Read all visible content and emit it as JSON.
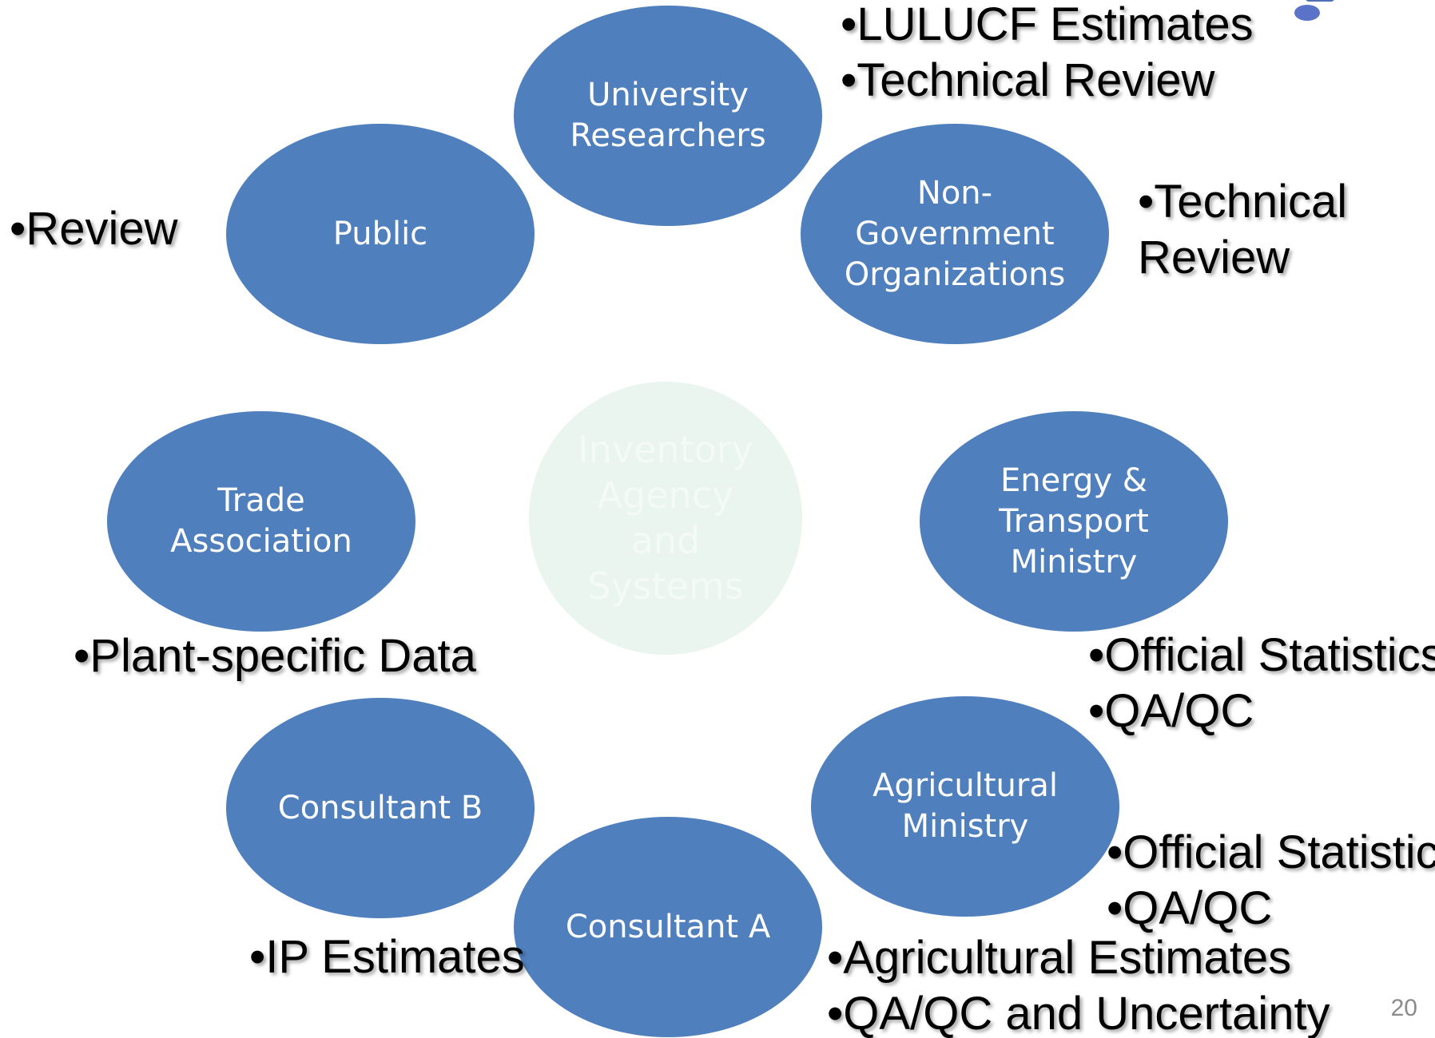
{
  "colors": {
    "node_fill": "#4f7fbc",
    "center_fill": "#e9f5ee",
    "center_text": "#f4faf6",
    "note_text": "#000000",
    "page_number": "#8a8a8a"
  },
  "center": {
    "label": "Inventory\nAgency\nand\nSystems"
  },
  "stakeholders": {
    "university": "University\nResearchers",
    "public": "Public",
    "ngo": "Non-\nGovernment\nOrganizations",
    "trade": "Trade\nAssociation",
    "energy": "Energy &\nTransport\nMinistry",
    "consultant_b": "Consultant  B",
    "agricultural": "Agricultural\nMinistry",
    "consultant_a": "Consultant A"
  },
  "notes": {
    "university": [
      "•LULUCF Estimates",
      "•Technical Review"
    ],
    "public": [
      "•Review"
    ],
    "ngo": [
      "•Technical",
      "Review"
    ],
    "trade": [
      "•Plant-specific Data"
    ],
    "energy": [
      "•Official Statistics",
      "•QA/QC"
    ],
    "agricultural": [
      "•Official Statistics",
      "•QA/QC"
    ],
    "consultant_b": [
      "•IP Estimates"
    ],
    "consultant_a": [
      "•Agricultural Estimates",
      "•QA/QC and Uncertainty"
    ]
  },
  "page_number": "20",
  "decoration": {
    "corner_icon": "pushpin-icon"
  }
}
